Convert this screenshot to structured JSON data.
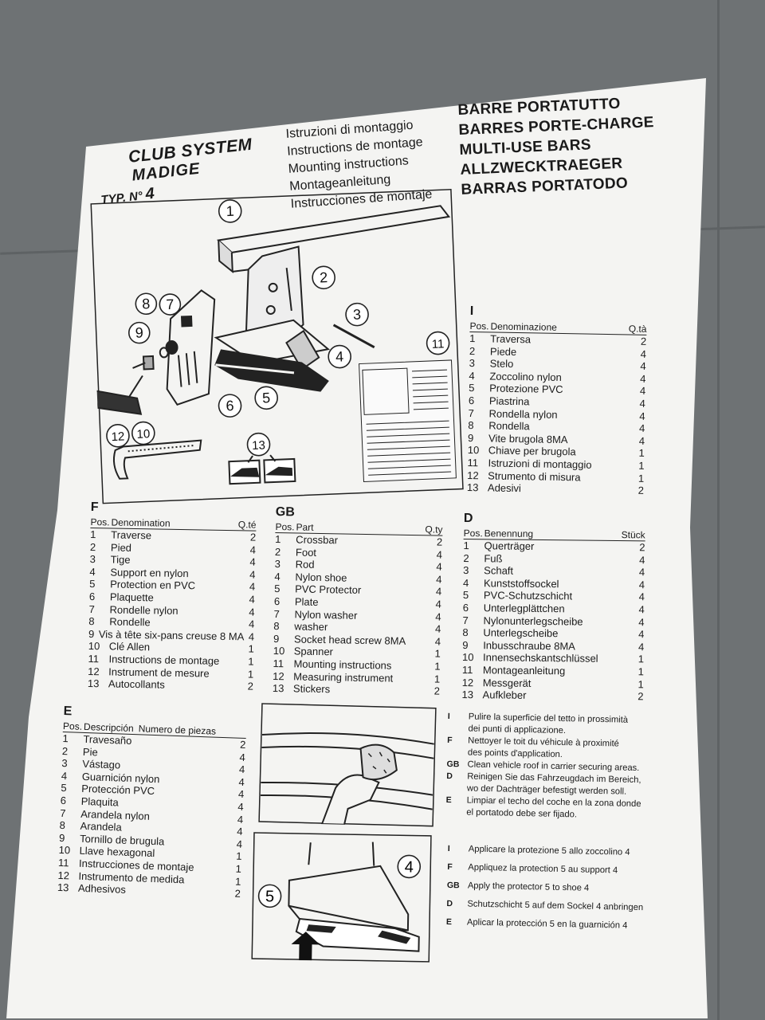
{
  "header": {
    "brand_line1": "CLUB SYSTEM",
    "brand_line2": "MADIGE",
    "typ_label": "TYP. N°",
    "typ_number": "4",
    "languages": [
      "Istruzioni di montaggio",
      "Instructions de montage",
      "Mounting instructions",
      "Montageanleitung",
      "Instrucciones de montaje"
    ],
    "titles": [
      "BARRE PORTATUTTO",
      "BARRES PORTE-CHARGE",
      "MULTI-USE BARS",
      "ALLZWECKTRAEGER",
      "BARRAS PORTATODO"
    ]
  },
  "diagram": {
    "callouts": [
      "1",
      "2",
      "3",
      "4",
      "5",
      "6",
      "7",
      "8",
      "9",
      "10",
      "11",
      "12",
      "13"
    ]
  },
  "tables": {
    "it": {
      "code": "I",
      "col_pos": "Pos.",
      "col_name": "Denominazione",
      "col_qty": "Q.tà",
      "rows": [
        {
          "pos": "1",
          "name": "Traversa",
          "qty": "2"
        },
        {
          "pos": "2",
          "name": "Piede",
          "qty": "4"
        },
        {
          "pos": "3",
          "name": "Stelo",
          "qty": "4"
        },
        {
          "pos": "4",
          "name": "Zoccolino nylon",
          "qty": "4"
        },
        {
          "pos": "5",
          "name": "Protezione PVC",
          "qty": "4"
        },
        {
          "pos": "6",
          "name": "Piastrina",
          "qty": "4"
        },
        {
          "pos": "7",
          "name": "Rondella nylon",
          "qty": "4"
        },
        {
          "pos": "8",
          "name": "Rondella",
          "qty": "4"
        },
        {
          "pos": "9",
          "name": "Vite brugola 8MA",
          "qty": "4"
        },
        {
          "pos": "10",
          "name": "Chiave per brugola",
          "qty": "1"
        },
        {
          "pos": "11",
          "name": "Istruzioni di montaggio",
          "qty": "1"
        },
        {
          "pos": "12",
          "name": "Strumento di misura",
          "qty": "1"
        },
        {
          "pos": "13",
          "name": "Adesivi",
          "qty": "2"
        }
      ]
    },
    "fr": {
      "code": "F",
      "col_pos": "Pos.",
      "col_name": "Denomination",
      "col_qty": "Q.té",
      "rows": [
        {
          "pos": "1",
          "name": "Traverse",
          "qty": "2"
        },
        {
          "pos": "2",
          "name": "Pied",
          "qty": "4"
        },
        {
          "pos": "3",
          "name": "Tige",
          "qty": "4"
        },
        {
          "pos": "4",
          "name": "Support en nylon",
          "qty": "4"
        },
        {
          "pos": "5",
          "name": "Protection en PVC",
          "qty": "4"
        },
        {
          "pos": "6",
          "name": "Plaquette",
          "qty": "4"
        },
        {
          "pos": "7",
          "name": "Rondelle nylon",
          "qty": "4"
        },
        {
          "pos": "8",
          "name": "Rondelle",
          "qty": "4"
        },
        {
          "pos": "9",
          "name": "Vis à tête six-pans creuse 8 MA",
          "qty": "4"
        },
        {
          "pos": "10",
          "name": "Clé Allen",
          "qty": "1"
        },
        {
          "pos": "11",
          "name": "Instructions de montage",
          "qty": "1"
        },
        {
          "pos": "12",
          "name": "Instrument de mesure",
          "qty": "1"
        },
        {
          "pos": "13",
          "name": "Autocollants",
          "qty": "2"
        }
      ]
    },
    "gb": {
      "code": "GB",
      "col_pos": "Pos.",
      "col_name": "Part",
      "col_qty": "Q.ty",
      "rows": [
        {
          "pos": "1",
          "name": "Crossbar",
          "qty": "2"
        },
        {
          "pos": "2",
          "name": "Foot",
          "qty": "4"
        },
        {
          "pos": "3",
          "name": "Rod",
          "qty": "4"
        },
        {
          "pos": "4",
          "name": "Nylon shoe",
          "qty": "4"
        },
        {
          "pos": "5",
          "name": "PVC Protector",
          "qty": "4"
        },
        {
          "pos": "6",
          "name": "Plate",
          "qty": "4"
        },
        {
          "pos": "7",
          "name": "Nylon washer",
          "qty": "4"
        },
        {
          "pos": "8",
          "name": "washer",
          "qty": "4"
        },
        {
          "pos": "9",
          "name": "Socket head screw 8MA",
          "qty": "4"
        },
        {
          "pos": "10",
          "name": "Spanner",
          "qty": "1"
        },
        {
          "pos": "11",
          "name": "Mounting instructions",
          "qty": "1"
        },
        {
          "pos": "12",
          "name": "Measuring instrument",
          "qty": "1"
        },
        {
          "pos": "13",
          "name": "Stickers",
          "qty": "2"
        }
      ]
    },
    "de": {
      "code": "D",
      "col_pos": "Pos.",
      "col_name": "Benennung",
      "col_qty": "Stück",
      "rows": [
        {
          "pos": "1",
          "name": "Querträger",
          "qty": "2"
        },
        {
          "pos": "2",
          "name": "Fuß",
          "qty": "4"
        },
        {
          "pos": "3",
          "name": "Schaft",
          "qty": "4"
        },
        {
          "pos": "4",
          "name": "Kunststoffsockel",
          "qty": "4"
        },
        {
          "pos": "5",
          "name": "PVC-Schutzschicht",
          "qty": "4"
        },
        {
          "pos": "6",
          "name": "Unterlegplättchen",
          "qty": "4"
        },
        {
          "pos": "7",
          "name": "Nylonunterlegscheibe",
          "qty": "4"
        },
        {
          "pos": "8",
          "name": "Unterlegscheibe",
          "qty": "4"
        },
        {
          "pos": "9",
          "name": "Inbusschraube 8MA",
          "qty": "4"
        },
        {
          "pos": "10",
          "name": "Innensechskantschlüssel",
          "qty": "1"
        },
        {
          "pos": "11",
          "name": "Montageanleitung",
          "qty": "1"
        },
        {
          "pos": "12",
          "name": "Messgerät",
          "qty": "1"
        },
        {
          "pos": "13",
          "name": "Aufkleber",
          "qty": "2"
        }
      ]
    },
    "es": {
      "code": "E",
      "col_pos": "Pos.",
      "col_name": "Descripción",
      "col_qty": "Numero de piezas",
      "rows": [
        {
          "pos": "1",
          "name": "Travesaño",
          "qty": "2"
        },
        {
          "pos": "2",
          "name": "Pie",
          "qty": "4"
        },
        {
          "pos": "3",
          "name": "Vástago",
          "qty": "4"
        },
        {
          "pos": "4",
          "name": "Guarnición nylon",
          "qty": "4"
        },
        {
          "pos": "5",
          "name": "Protección PVC",
          "qty": "4"
        },
        {
          "pos": "6",
          "name": "Plaquita",
          "qty": "4"
        },
        {
          "pos": "7",
          "name": "Arandela nylon",
          "qty": "4"
        },
        {
          "pos": "8",
          "name": "Arandela",
          "qty": "4"
        },
        {
          "pos": "9",
          "name": "Tornillo de brugula",
          "qty": "4"
        },
        {
          "pos": "10",
          "name": "Llave hexagonal",
          "qty": "1"
        },
        {
          "pos": "11",
          "name": "Instrucciones de montaje",
          "qty": "1"
        },
        {
          "pos": "12",
          "name": "Instrumento de medida",
          "qty": "1"
        },
        {
          "pos": "13",
          "name": "Adhesivos",
          "qty": "2"
        }
      ]
    }
  },
  "steps": {
    "step1": [
      {
        "code": "I",
        "lines": [
          "Pulire la superficie del tetto in prossimità",
          "dei punti di applicazione."
        ]
      },
      {
        "code": "F",
        "lines": [
          "Nettoyer le toit du véhicule à proximité",
          "des points d'application."
        ]
      },
      {
        "code": "GB",
        "lines": [
          "Clean vehicle roof in carrier securing areas."
        ]
      },
      {
        "code": "D",
        "lines": [
          "Reinigen Sie das Fahrzeugdach im Bereich,",
          "wo der Dachträger befestigt werden soll."
        ]
      },
      {
        "code": "E",
        "lines": [
          "Limpiar el techo del coche en la zona donde",
          "el portatodo debe ser fijado."
        ]
      }
    ],
    "step2": [
      {
        "code": "I",
        "lines": [
          "Applicare la protezione 5 allo zoccolino 4"
        ]
      },
      {
        "code": "F",
        "lines": [
          "Appliquez la protection 5 au support 4"
        ]
      },
      {
        "code": "GB",
        "lines": [
          "Apply the protector 5 to shoe 4"
        ]
      },
      {
        "code": "D",
        "lines": [
          "Schutzschicht 5 auf dem Sockel 4 anbringen"
        ]
      },
      {
        "code": "E",
        "lines": [
          "Aplicar la protección 5 en la guarnición 4"
        ]
      }
    ]
  }
}
